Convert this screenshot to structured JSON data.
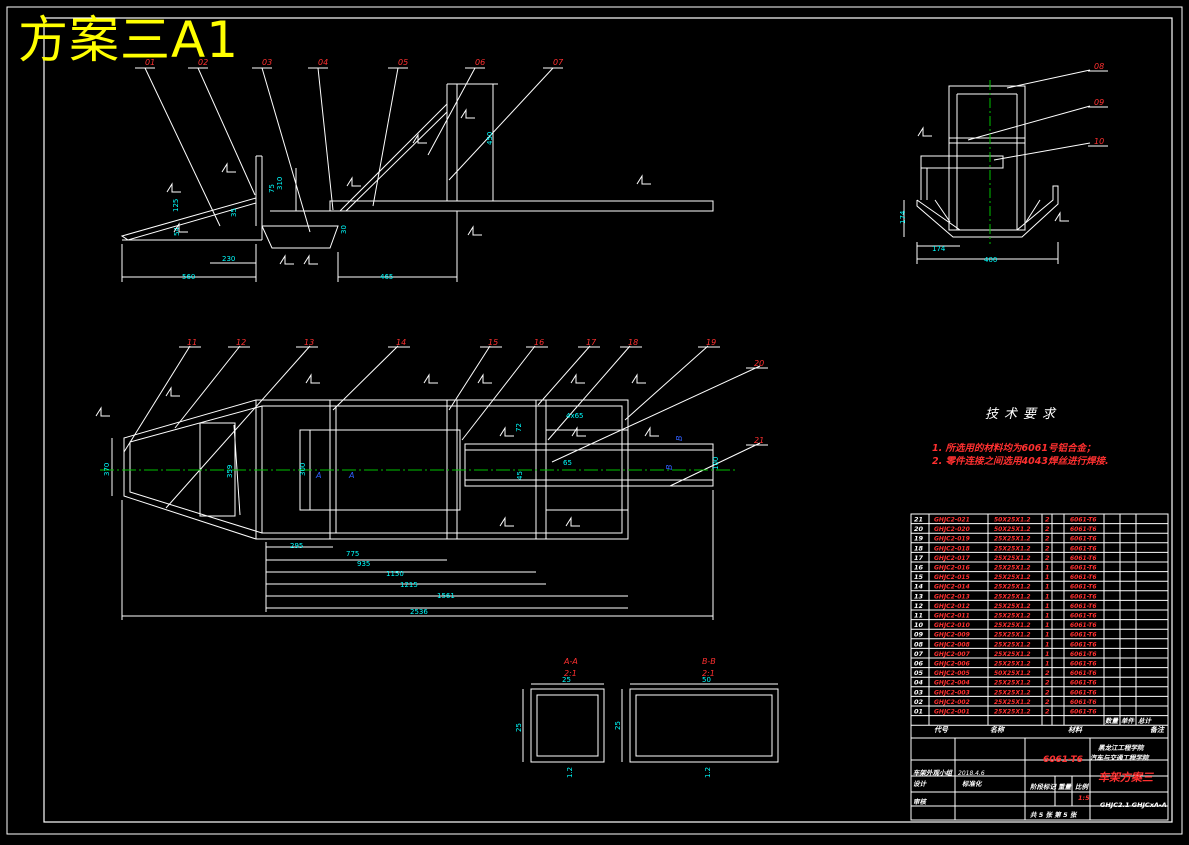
{
  "title": "方案三A1",
  "tech": {
    "title": "技术要求",
    "notes": [
      "1. 所选用的材料均为6061号铝合金；",
      "2. 零件连接之间选用4043焊丝进行焊接."
    ]
  },
  "views": {
    "front": {
      "balloons": [
        "01",
        "02",
        "03",
        "04",
        "05",
        "06",
        "07"
      ],
      "dims": [
        "310",
        "75",
        "35",
        "30",
        "125",
        "54",
        "230",
        "560",
        "465",
        "450"
      ]
    },
    "side": {
      "balloons": [
        "08",
        "09",
        "10"
      ],
      "dims": [
        "174",
        "174",
        "400"
      ]
    },
    "top": {
      "balloons": [
        "11",
        "12",
        "13",
        "14",
        "15",
        "16",
        "17",
        "18",
        "19",
        "20",
        "21"
      ],
      "dims": [
        "370",
        "359",
        "300",
        "295",
        "775",
        "935",
        "1150",
        "1215",
        "1561",
        "2536",
        "72",
        "45",
        "65",
        "4x65",
        "100"
      ],
      "sections": [
        "A",
        "A",
        "B",
        "B"
      ]
    },
    "sectionA": {
      "label": "A-A",
      "scale": "2:1",
      "dims": [
        "25",
        "25",
        "1.2"
      ]
    },
    "sectionB": {
      "label": "B-B",
      "scale": "2:1",
      "dims": [
        "50",
        "25",
        "1.2"
      ]
    }
  },
  "title_block": {
    "rows": [
      {
        "no": "21",
        "code": "GHJC2-021",
        "spec": "50X25X1.2",
        "qty": "2",
        "mat": "6061-T6"
      },
      {
        "no": "20",
        "code": "GHJC2-020",
        "spec": "50X25X1.2",
        "qty": "2",
        "mat": "6061-T6"
      },
      {
        "no": "19",
        "code": "GHJC2-019",
        "spec": "25X25X1.2",
        "qty": "2",
        "mat": "6061-T6"
      },
      {
        "no": "18",
        "code": "GHJC2-018",
        "spec": "25X25X1.2",
        "qty": "2",
        "mat": "6061-T6"
      },
      {
        "no": "17",
        "code": "GHJC2-017",
        "spec": "25X25X1.2",
        "qty": "2",
        "mat": "6061-T6"
      },
      {
        "no": "16",
        "code": "GHJC2-016",
        "spec": "25X25X1.2",
        "qty": "1",
        "mat": "6061-T6"
      },
      {
        "no": "15",
        "code": "GHJC2-015",
        "spec": "25X25X1.2",
        "qty": "1",
        "mat": "6061-T6"
      },
      {
        "no": "14",
        "code": "GHJC2-014",
        "spec": "25X25X1.2",
        "qty": "1",
        "mat": "6061-T6"
      },
      {
        "no": "13",
        "code": "GHJC2-013",
        "spec": "25X25X1.2",
        "qty": "1",
        "mat": "6061-T6"
      },
      {
        "no": "12",
        "code": "GHJC2-012",
        "spec": "25X25X1.2",
        "qty": "1",
        "mat": "6061-T6"
      },
      {
        "no": "11",
        "code": "GHJC2-011",
        "spec": "25X25X1.2",
        "qty": "1",
        "mat": "6061-T6"
      },
      {
        "no": "10",
        "code": "GHJC2-010",
        "spec": "25X25X1.2",
        "qty": "1",
        "mat": "6061-T6"
      },
      {
        "no": "09",
        "code": "GHJC2-009",
        "spec": "25X25X1.2",
        "qty": "1",
        "mat": "6061-T6"
      },
      {
        "no": "08",
        "code": "GHJC2-008",
        "spec": "25X25X1.2",
        "qty": "1",
        "mat": "6061-T6"
      },
      {
        "no": "07",
        "code": "GHJC2-007",
        "spec": "25X25X1.2",
        "qty": "1",
        "mat": "6061-T6"
      },
      {
        "no": "06",
        "code": "GHJC2-006",
        "spec": "25X25X1.2",
        "qty": "1",
        "mat": "6061-T6"
      },
      {
        "no": "05",
        "code": "GHJC2-005",
        "spec": "50X25X1.2",
        "qty": "2",
        "mat": "6061-T6"
      },
      {
        "no": "04",
        "code": "GHJC2-004",
        "spec": "25X25X1.2",
        "qty": "2",
        "mat": "6061-T6"
      },
      {
        "no": "03",
        "code": "GHJC2-003",
        "spec": "25X25X1.2",
        "qty": "2",
        "mat": "6061-T6"
      },
      {
        "no": "02",
        "code": "GHJC2-002",
        "spec": "25X25X1.2",
        "qty": "2",
        "mat": "6061-T6"
      },
      {
        "no": "01",
        "code": "GHJC2-001",
        "spec": "25X25X1.2",
        "qty": "2",
        "mat": "6061-T6"
      }
    ],
    "headers": [
      "代号",
      "名称",
      "材料",
      "数量",
      "单件",
      "总计",
      "备注"
    ],
    "material": "6061-T6",
    "school": "黑龙江工程学院",
    "dept": "汽车与交通工程学院",
    "drawing_name": "车架方案三",
    "labels": {
      "designer": "车架外观小组",
      "design": "设计",
      "check": "审核",
      "std": "标准化",
      "date": "2018.4.6",
      "stage": "阶段标记",
      "weight": "重量",
      "scale_label": "比例",
      "scale": "1:5",
      "sheets": "共 5 张  第 5 张",
      "code": "GHJC2.1 GHJCxA-A"
    }
  }
}
